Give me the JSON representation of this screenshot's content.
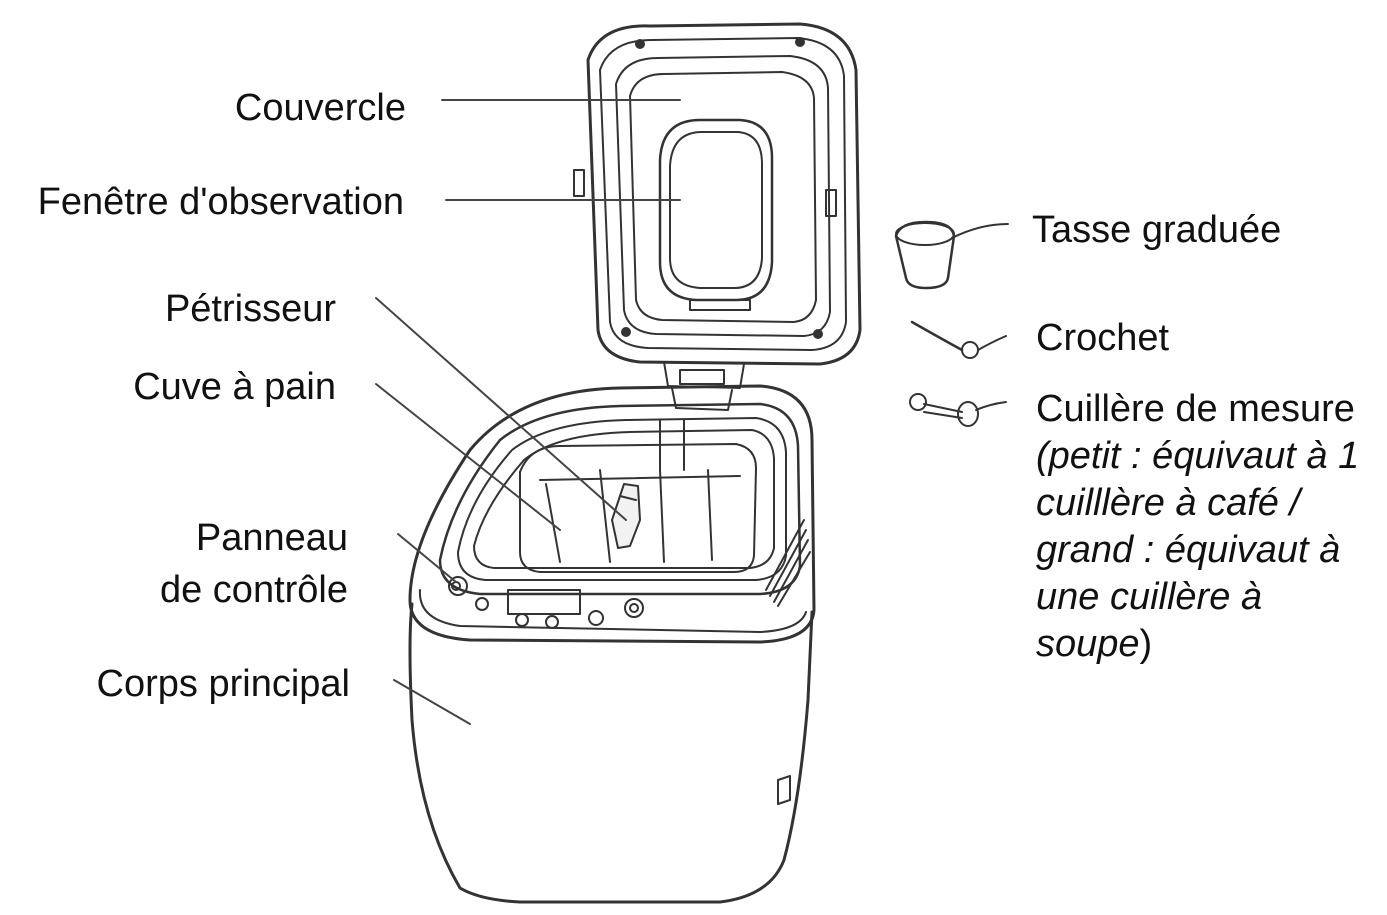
{
  "labels": {
    "couvercle": "Couvercle",
    "fenetre": "Fenêtre d'observation",
    "petrisseur": "Pétrisseur",
    "cuve": "Cuve à pain",
    "panneau_line1": "Panneau",
    "panneau_line2": "de contrôle",
    "corps": "Corps principal",
    "tasse": "Tasse graduée",
    "crochet": "Crochet",
    "cuillere": "Cuillère de mesure"
  },
  "cuillere_note": {
    "line1": "(petit : équivaut à 1",
    "line2": "cuilllère à café /",
    "line3": "grand : équivaut à",
    "line4": "une cuillère à",
    "line5_italic": "soupe",
    "line5_close": ")"
  },
  "colors": {
    "ink": "#111111",
    "line": "#333333",
    "background": "#ffffff"
  }
}
